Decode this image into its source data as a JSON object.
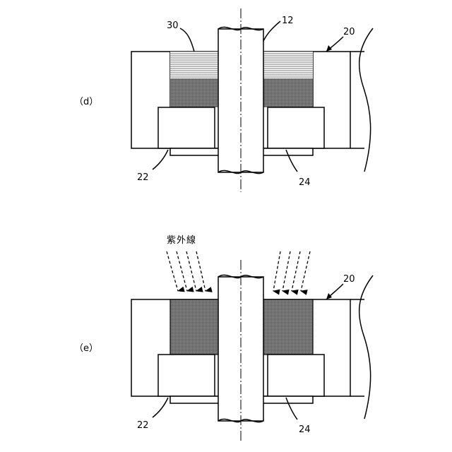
{
  "panels": [
    {
      "id": "d",
      "panel_label": "（d）",
      "labels": {
        "wick": "30",
        "shaft": "12",
        "body": "20",
        "left_block": "22",
        "right_block": "24"
      }
    },
    {
      "id": "e",
      "panel_label": "（e）",
      "uv_label": "紫外線",
      "labels": {
        "body": "20",
        "left_block": "22",
        "right_block": "24"
      }
    }
  ]
}
